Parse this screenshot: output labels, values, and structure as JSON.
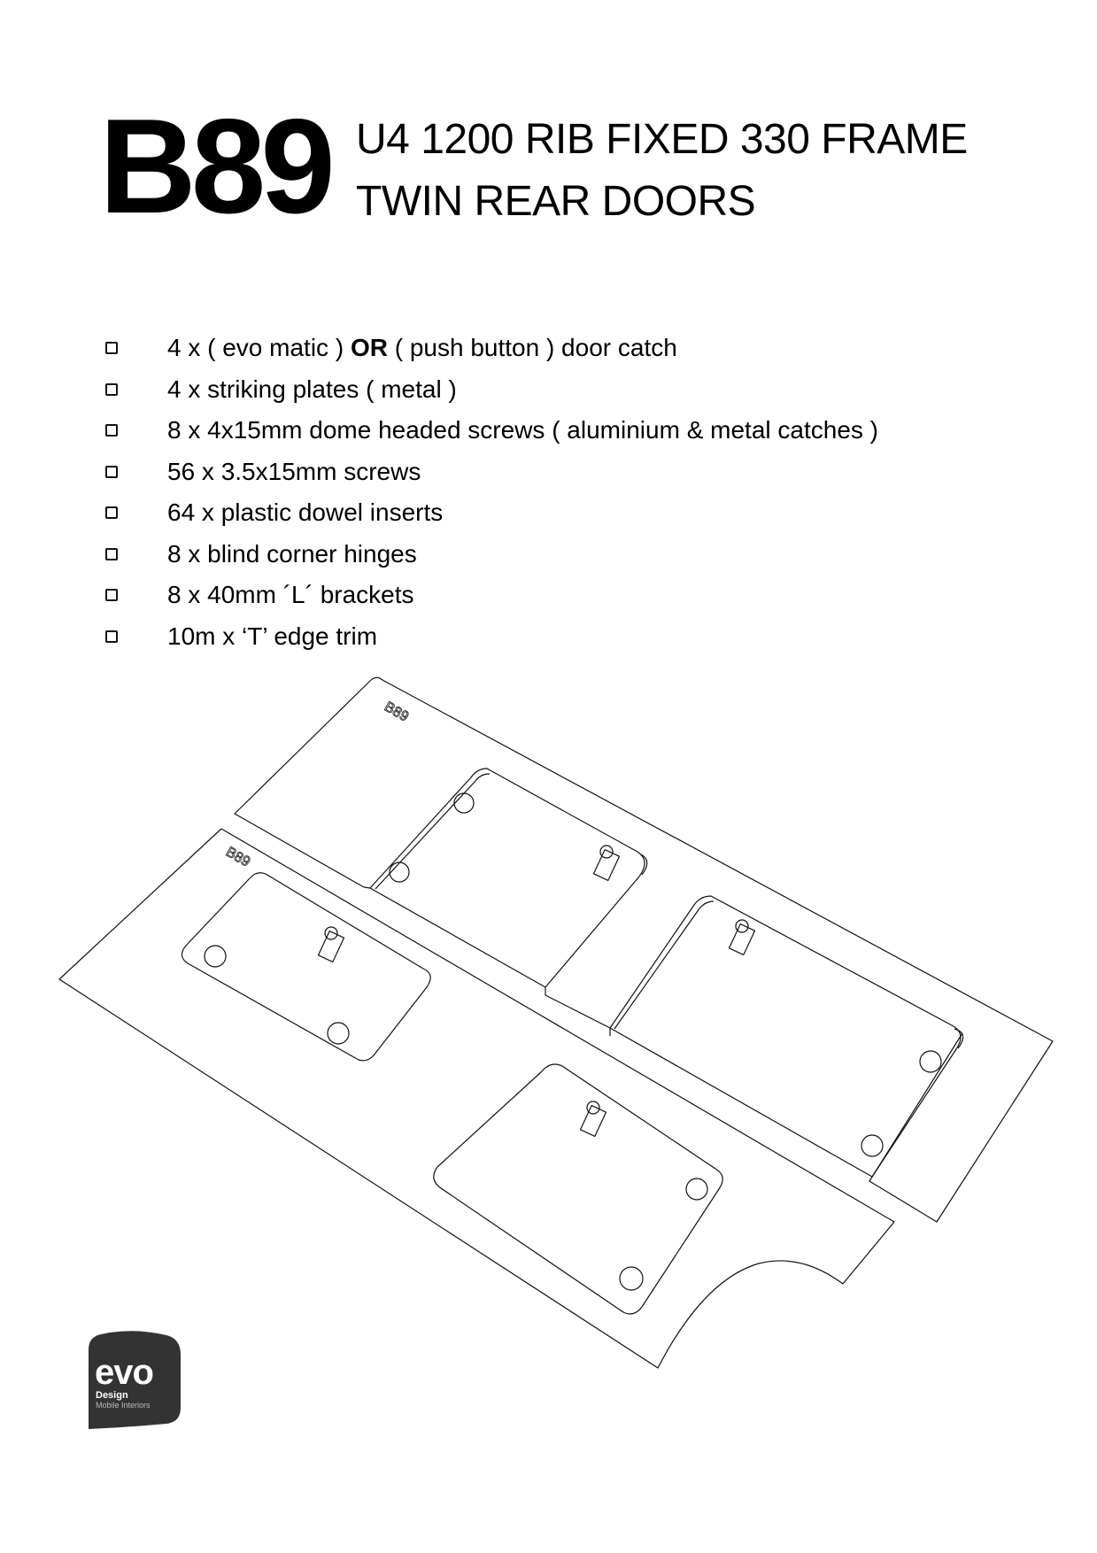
{
  "header": {
    "code": "B89",
    "title_line1": "U4 1200 RIB FIXED 330 FRAME",
    "title_line2": "TWIN REAR DOORS"
  },
  "parts_list": [
    {
      "pre": "4 x ( evo matic ) ",
      "bold": "OR",
      "post": " ( push button ) door catch"
    },
    {
      "pre": "4 x striking plates ( metal )",
      "bold": "",
      "post": ""
    },
    {
      "pre": "8 x 4x15mm dome headed screws ( aluminium & metal catches )",
      "bold": "",
      "post": ""
    },
    {
      "pre": "56 x 3.5x15mm screws",
      "bold": "",
      "post": ""
    },
    {
      "pre": "64 x plastic dowel inserts",
      "bold": "",
      "post": ""
    },
    {
      "pre": "8 x blind corner hinges",
      "bold": "",
      "post": ""
    },
    {
      "pre": "8 x 40mm ´L´ brackets",
      "bold": "",
      "post": ""
    },
    {
      "pre": "10m x ‘T’ edge trim",
      "bold": "",
      "post": ""
    }
  ],
  "drawing": {
    "panel_label_upper": "B89",
    "panel_label_lower": "B89"
  },
  "logo": {
    "brand": "evo",
    "line1": "Design",
    "line2": "Mobile Interiors",
    "color": "#333333"
  }
}
